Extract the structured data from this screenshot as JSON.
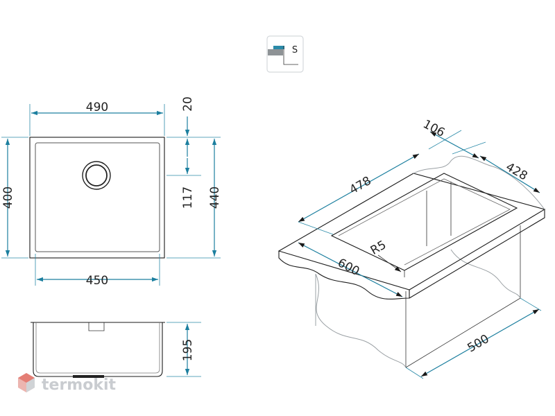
{
  "install_icon": {
    "label": "S",
    "icon": "undermount-install-icon"
  },
  "top_view": {
    "width_outer": "490",
    "width_inner": "450",
    "height_outer": "400",
    "offset_top": "20",
    "drain_offset": "117",
    "cabinet_depth": "440"
  },
  "side_view": {
    "depth": "195"
  },
  "iso_view": {
    "dim_106": "106",
    "dim_428": "428",
    "dim_478": "478",
    "dim_R5": "R5",
    "dim_600": "600",
    "dim_500": "500"
  },
  "watermark": {
    "text": "termokit",
    "icon": "termokit-logo-icon"
  },
  "colors": {
    "dimension_line": "#1c7f9f",
    "outline": "#1a1a1a",
    "watermark": "#c9ccd0",
    "logo_accent": "#e05a4f"
  }
}
